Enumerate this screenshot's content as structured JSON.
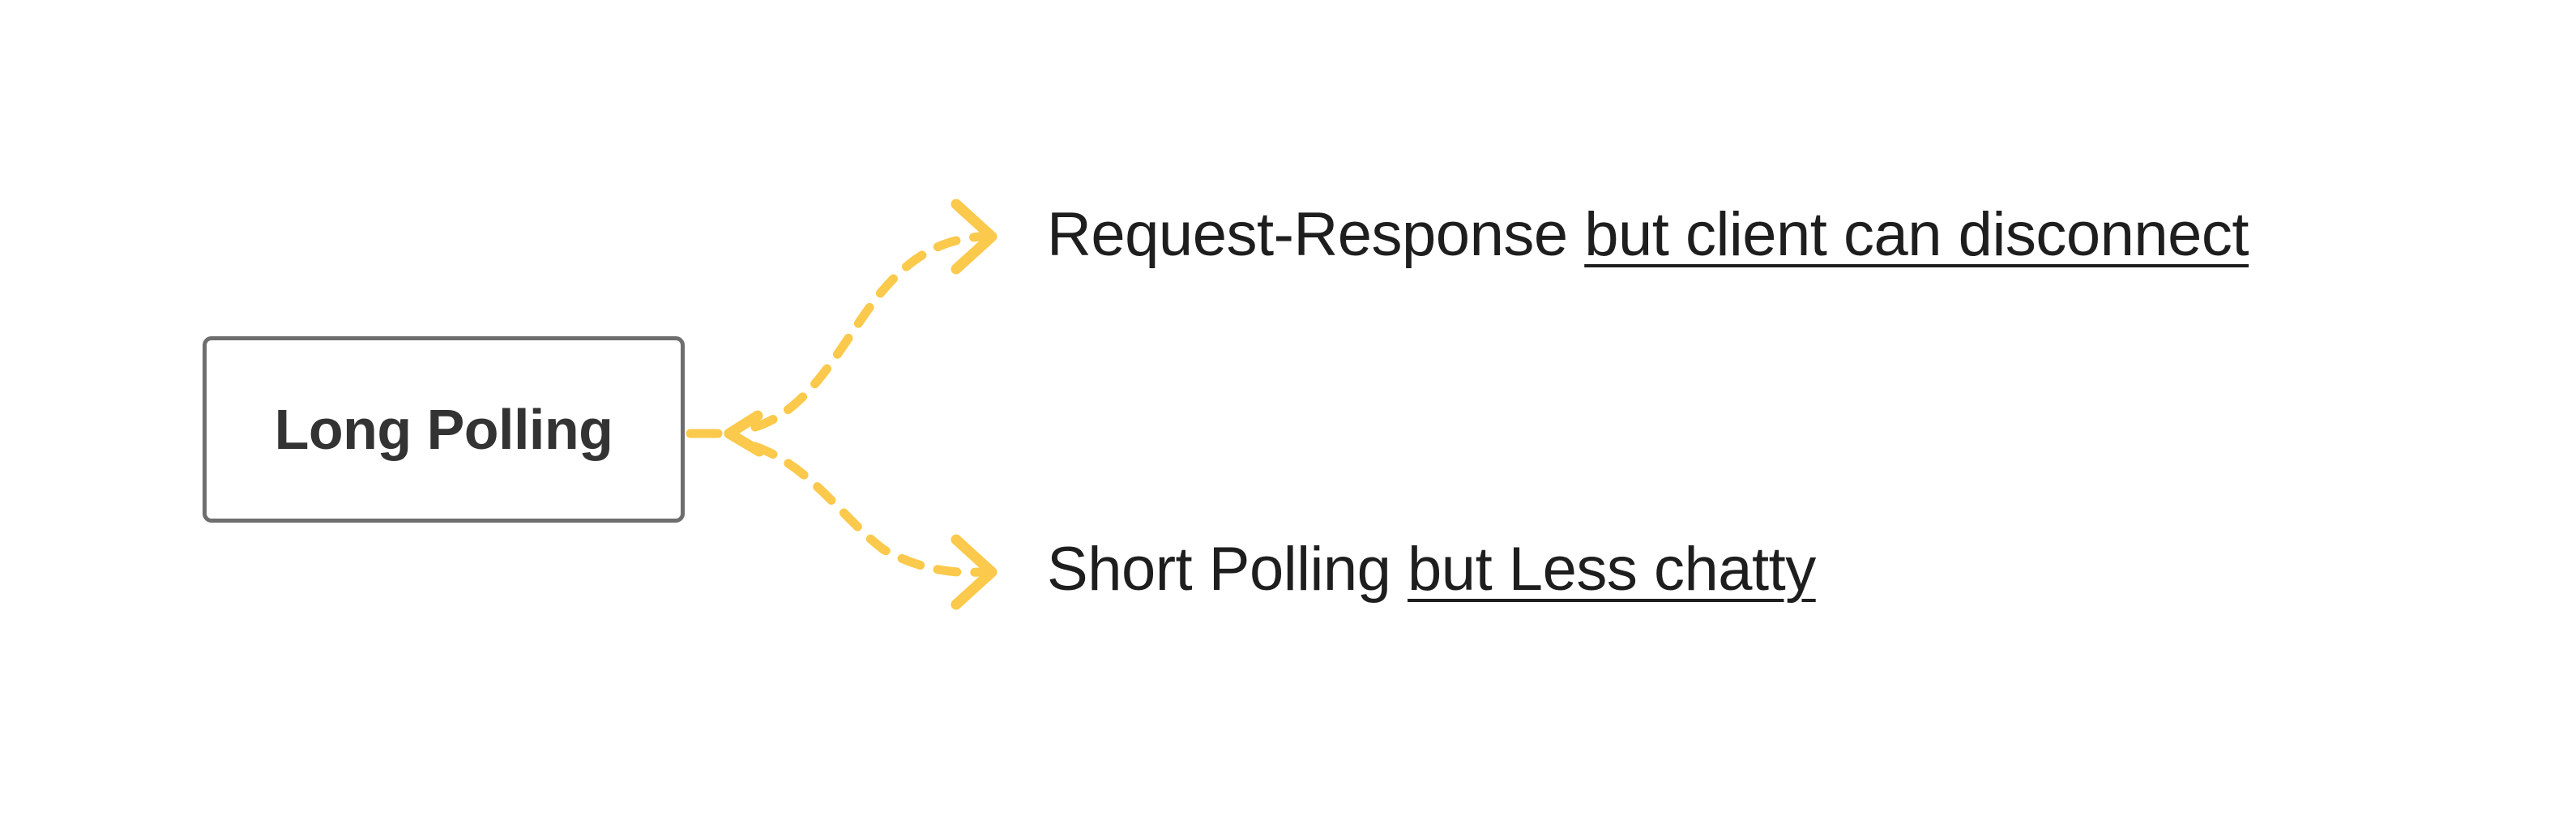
{
  "diagram": {
    "type": "mind-map",
    "background_color": "#ffffff",
    "root": {
      "label": "Long Polling",
      "border_color": "#6e6e6e",
      "text_color": "#333333",
      "fill_color": "#ffffff"
    },
    "connector": {
      "color": "#fbc94b",
      "style": "dashed",
      "arrowhead": "chevron",
      "junction_arrow": "left-chevron"
    },
    "branches": [
      {
        "plain_text": "Request-Response ",
        "underlined_text": "but client can disconnect",
        "arrow_name": "branch-arrow-request-response"
      },
      {
        "plain_text": "Short Polling ",
        "underlined_text": "but Less chatty",
        "arrow_name": "branch-arrow-short-polling"
      }
    ]
  }
}
